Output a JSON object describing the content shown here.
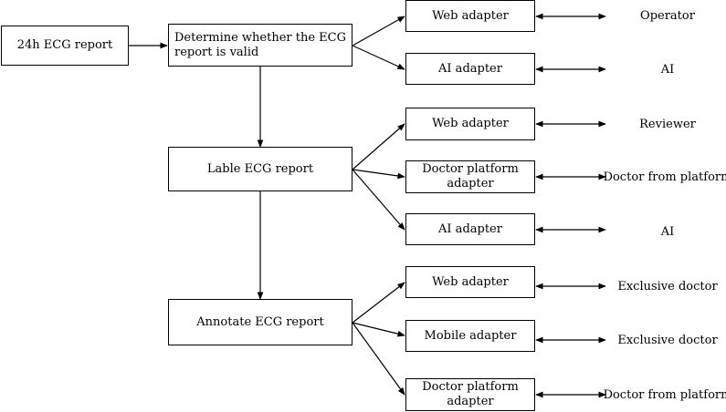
{
  "nodes": {
    "report24h": "24h ECG report",
    "validate": "Determine whether the ECG report is valid",
    "label": "Lable ECG report",
    "annotate": "Annotate ECG report"
  },
  "adapters": [
    {
      "text": "Web adapter",
      "endpoint": "Operator"
    },
    {
      "text": "AI adapter",
      "endpoint": "AI"
    },
    {
      "text": "Web adapter",
      "endpoint": "Reviewer"
    },
    {
      "text": "Doctor platform adapter",
      "endpoint": "Doctor from platform"
    },
    {
      "text": "AI adapter",
      "endpoint": "AI"
    },
    {
      "text": "Web adapter",
      "endpoint": "Exclusive doctor"
    },
    {
      "text": "Mobile adapter",
      "endpoint": "Exclusive doctor"
    },
    {
      "text": "Doctor platform adapter",
      "endpoint": "Doctor from platform"
    }
  ]
}
